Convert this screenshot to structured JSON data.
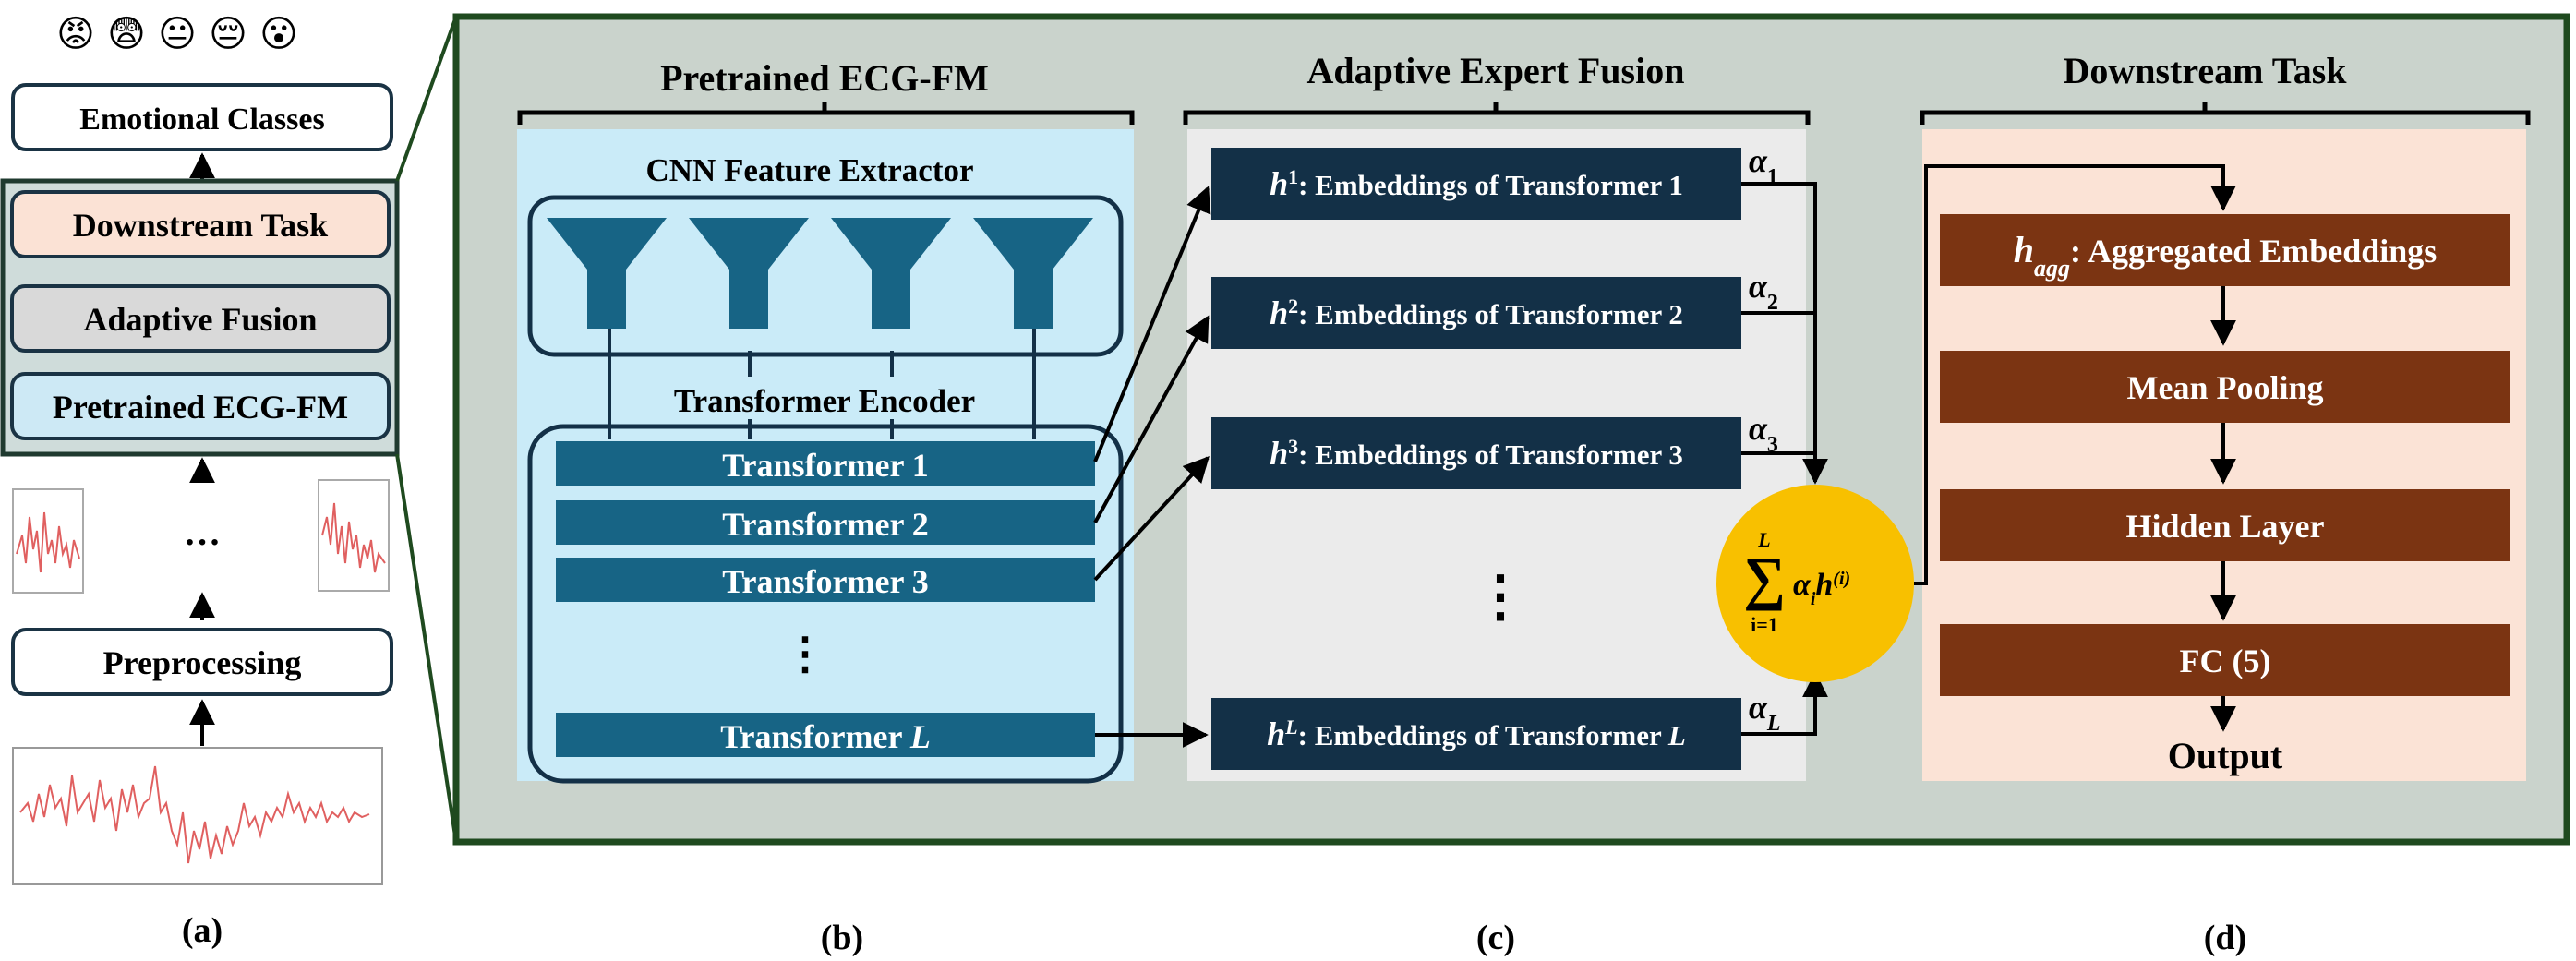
{
  "panel_a": {
    "emojis": [
      "😡",
      "😨",
      "😐",
      "😔",
      "😮"
    ],
    "emotional_classes": "Emotional Classes",
    "downstream_task": "Downstream Task",
    "adaptive_fusion": "Adaptive Fusion",
    "pretrained": "Pretrained ECG-FM",
    "ellipsis": "…",
    "preprocessing": "Preprocessing",
    "label": "(a)"
  },
  "panel_b": {
    "title": "Pretrained ECG-FM",
    "cnn_title": "CNN Feature Extractor",
    "encoder_title": "Transformer Encoder",
    "transformers": [
      "Transformer 1",
      "Transformer 2",
      "Transformer 3"
    ],
    "transformer_last_prefix": "Transformer ",
    "transformer_last_var": "L",
    "vdots": "⋮",
    "label": "(b)"
  },
  "panel_c": {
    "title": "Adaptive Expert Fusion",
    "emb_text": ": Embeddings of Transformer ",
    "embeddings": [
      {
        "sup": "1",
        "num": "1",
        "alpha_sub": "1"
      },
      {
        "sup": "2",
        "num": "2",
        "alpha_sub": "2"
      },
      {
        "sup": "3",
        "num": "3",
        "alpha_sub": "3"
      }
    ],
    "last_embedding": {
      "sup": "L",
      "num": "L",
      "alpha_sub": "L"
    },
    "h": "h",
    "alpha": "α",
    "vdots": "⋮",
    "sum_upper": "L",
    "sum_symbol": "∑",
    "sum_lower": "i=1",
    "sum_term": "α",
    "sum_term_sub": "i",
    "sum_h": "h",
    "sum_h_sup": "(i)",
    "label": "(c)"
  },
  "panel_d": {
    "title": "Downstream Task",
    "agg_var": "h",
    "agg_sub": "agg",
    "agg_text": ":  Aggregated Embeddings",
    "mean_pooling": "Mean Pooling",
    "hidden_layer": "Hidden Layer",
    "fc": "FC (5)",
    "output": "Output",
    "label": "(d)"
  },
  "colors": {
    "frame_green": "#1f4a1f",
    "frame_fill": "#cad3cc",
    "panel_a_fill": "#cfdcda",
    "box_border": "#1a3344",
    "downstream_fill": "#fbe2d5",
    "fusion_fill": "#d9d9d9",
    "pretrained_fill": "#cde9f5",
    "light_blue": "#caebf8",
    "gray_panel": "#ebebeb",
    "peach_panel": "#fbe3d6",
    "navy": "#133047",
    "teal": "#176485",
    "brown": "#7b3412",
    "yellow": "#f8c000",
    "ecg_red": "#e06060"
  }
}
